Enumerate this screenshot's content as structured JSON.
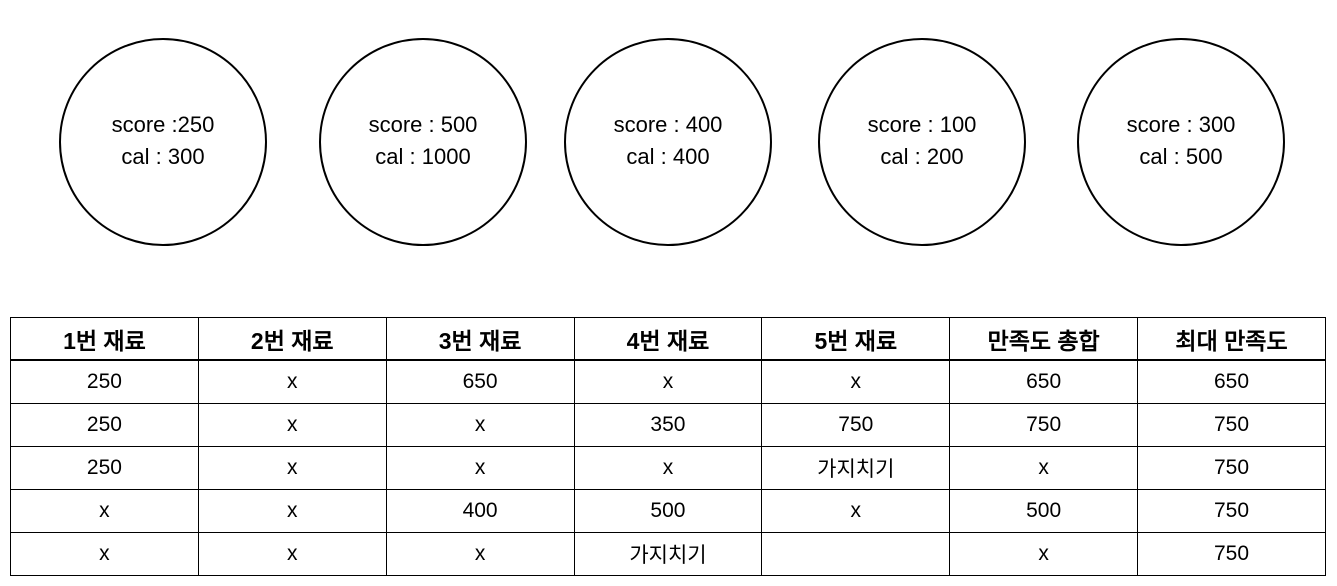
{
  "items": [
    {
      "score_text": "score :250",
      "cal_text": "cal : 300"
    },
    {
      "score_text": "score : 500",
      "cal_text": "cal : 1000"
    },
    {
      "score_text": "score : 400",
      "cal_text": "cal : 400"
    },
    {
      "score_text": "score : 100",
      "cal_text": "cal : 200"
    },
    {
      "score_text": "score : 300",
      "cal_text": "cal : 500"
    }
  ],
  "table": {
    "headers": [
      "1번 재료",
      "2번 재료",
      "3번 재료",
      "4번 재료",
      "5번 재료",
      "만족도 총합",
      "최대 만족도"
    ],
    "rows": [
      [
        "250",
        "x",
        "650",
        "x",
        "x",
        "650",
        "650"
      ],
      [
        "250",
        "x",
        "x",
        "350",
        "750",
        "750",
        "750"
      ],
      [
        "250",
        "x",
        "x",
        "x",
        "가지치기",
        "x",
        "750"
      ],
      [
        "x",
        "x",
        "400",
        "500",
        "x",
        "500",
        "750"
      ],
      [
        "x",
        "x",
        "x",
        "가지치기",
        "",
        "x",
        "750"
      ]
    ]
  }
}
